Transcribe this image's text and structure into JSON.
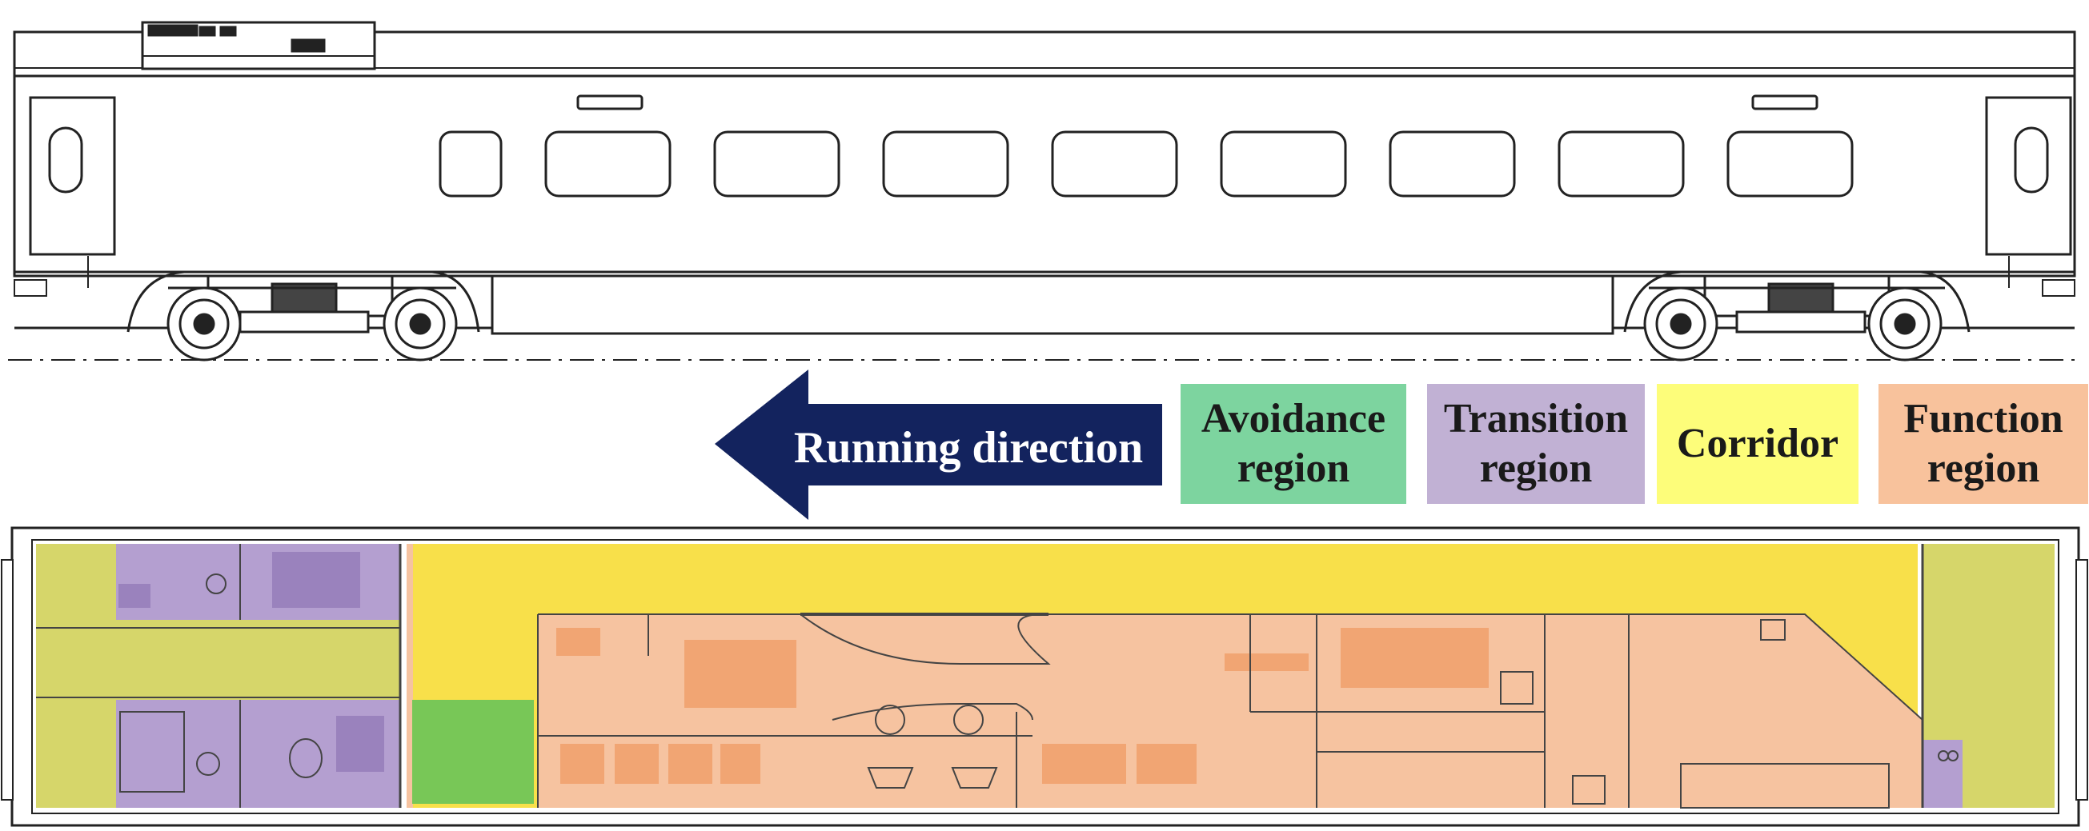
{
  "direction": {
    "label": "Running direction",
    "arrow_color": "#13235e"
  },
  "legend": [
    {
      "key": "avoidance",
      "line1": "Avoidance",
      "line2": "region",
      "color": "#7dd49f"
    },
    {
      "key": "transition",
      "line1": "Transition",
      "line2": "region",
      "color": "#c1b1d4"
    },
    {
      "key": "corridor",
      "line1": "Corridor",
      "line2": "",
      "color": "#fdfd7a"
    },
    {
      "key": "function",
      "line1": "Function",
      "line2": "region",
      "color": "#f8c29c"
    }
  ],
  "floor_plan_colors": {
    "end_zone": "#d6d66a",
    "transition": "#b49fd0",
    "transition_dark": "#9a82bd",
    "corridor": "#f8e04a",
    "function": "#f6c3a0",
    "function_dark": "#f1a573",
    "avoidance": "#78c757"
  }
}
